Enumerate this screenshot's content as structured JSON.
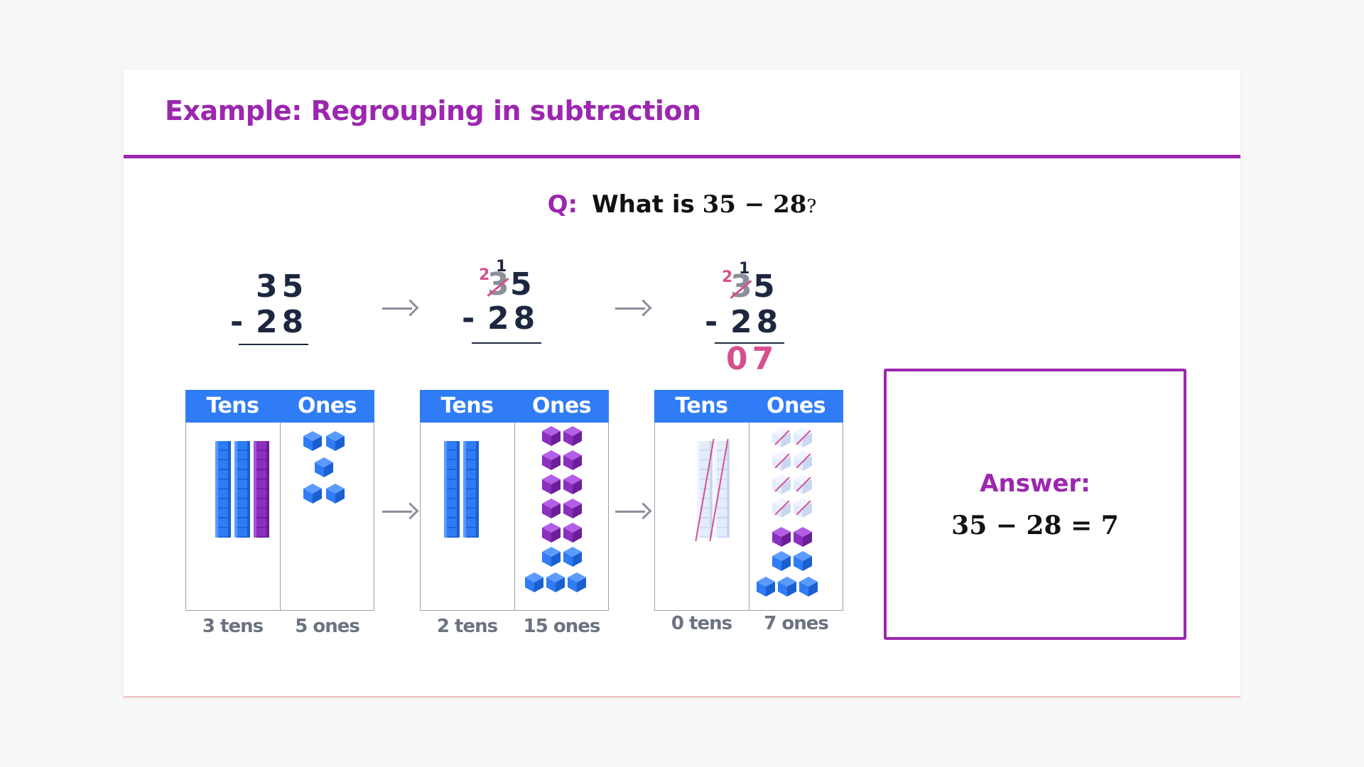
{
  "title": "Example: Regrouping in subtraction",
  "question": {
    "label": "Q:",
    "text": "What is",
    "expression": "35 − 28",
    "mark": "?"
  },
  "steps": [
    {
      "top": "35",
      "bottom": "28",
      "minus": "-",
      "tens_header": "Tens",
      "ones_header": "Ones",
      "tens_caption": "3 tens",
      "ones_caption": "5 ones"
    },
    {
      "top_tens_crossed": "3",
      "top_ones": "5",
      "regroup_tens": "2",
      "regroup_carry": "1",
      "bottom": "28",
      "minus": "-",
      "tens_header": "Tens",
      "ones_header": "Ones",
      "tens_caption": "2 tens",
      "ones_caption": "15 ones"
    },
    {
      "top_tens_crossed": "3",
      "top_ones": "5",
      "regroup_tens": "2",
      "regroup_carry": "1",
      "bottom": "28",
      "minus": "-",
      "result": "07",
      "tens_header": "Tens",
      "ones_header": "Ones",
      "tens_caption": "0 tens",
      "ones_caption": "7 ones"
    }
  ],
  "answer": {
    "label": "Answer:",
    "equation": "35 − 28 = 7"
  },
  "colors": {
    "accent": "#9b27af",
    "table_header": "#2f7cf6",
    "regroup": "#d6508f",
    "ink": "#1d2740"
  },
  "icons": [
    "arrow-right-icon",
    "tens-rod-icon",
    "ones-cube-icon"
  ]
}
